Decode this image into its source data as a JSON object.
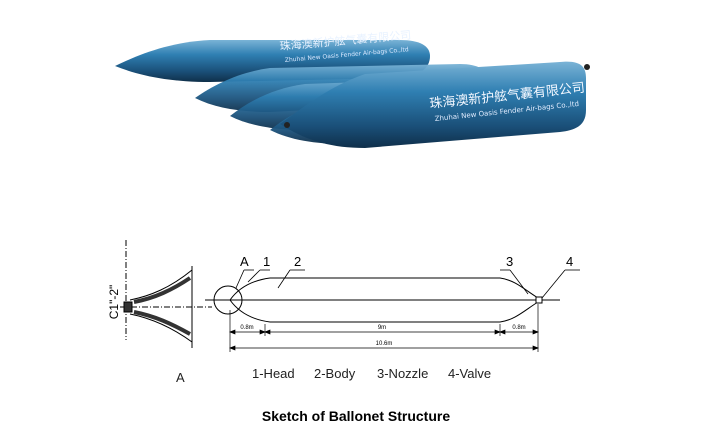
{
  "photo": {
    "label_cn": "珠海澳新护舷气囊有限公司",
    "label_en": "Zhuhai New Oasis Fender Air-bags Co.,ltd"
  },
  "detail": {
    "size_label": "C1\"-2\"",
    "view_label": "A"
  },
  "drawing": {
    "callout_a": "A",
    "callouts": [
      "1",
      "2",
      "3",
      "4"
    ],
    "dimensions": {
      "head_length": "0.8m",
      "body_length": "9m",
      "nozzle_length": "0.8m",
      "total_length": "10.6m"
    }
  },
  "legend": [
    "1-Head",
    "2-Body",
    "3-Nozzle",
    "4-Valve"
  ],
  "caption": "Sketch of Ballonet Structure"
}
